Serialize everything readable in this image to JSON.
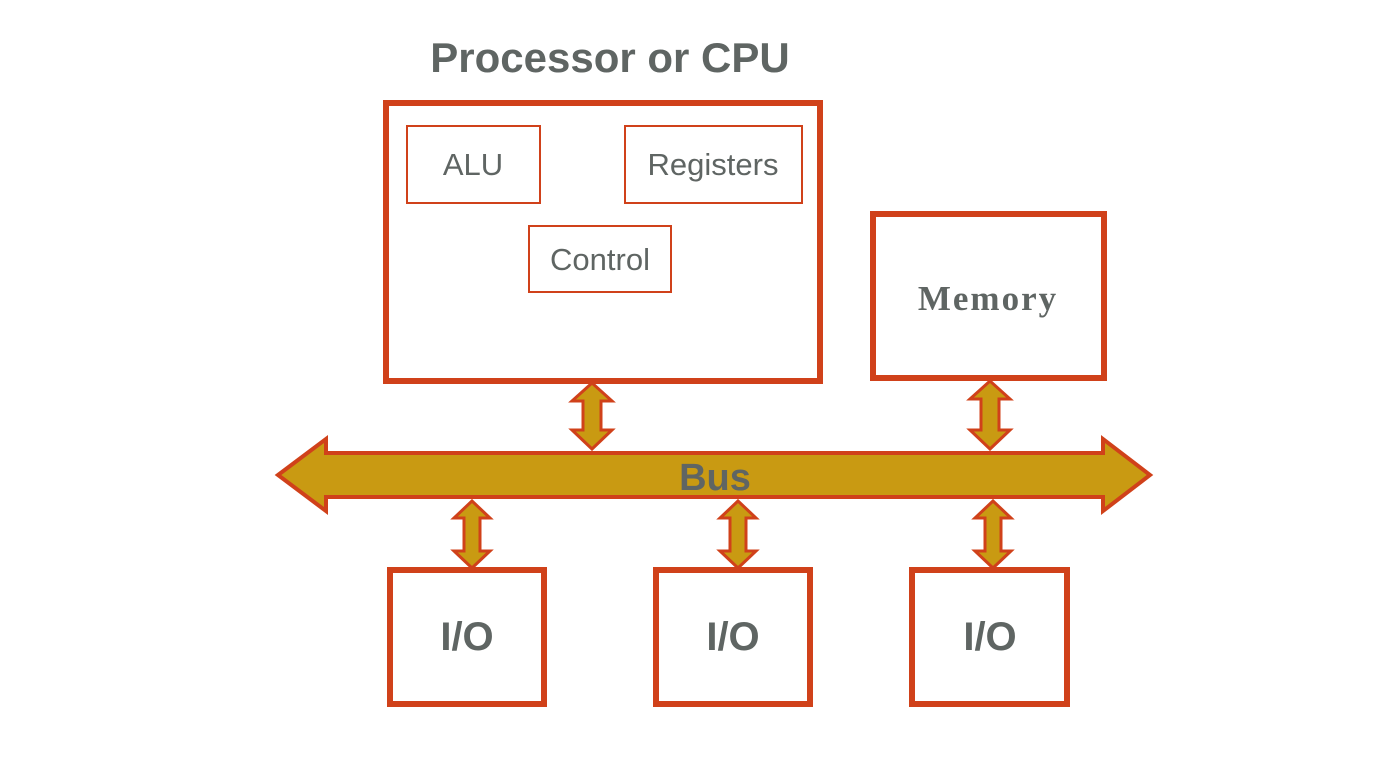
{
  "colors": {
    "border": "#d0411a",
    "bus_fill": "#c99a12",
    "text": "#5f6563",
    "background": "#ffffff"
  },
  "processor": {
    "title": "Processor or CPU",
    "components": {
      "alu": "ALU",
      "registers": "Registers",
      "control": "Control"
    }
  },
  "memory": {
    "label": "Memory"
  },
  "bus": {
    "label": "Bus"
  },
  "io_devices": [
    {
      "label": "I/O"
    },
    {
      "label": "I/O"
    },
    {
      "label": "I/O"
    }
  ]
}
